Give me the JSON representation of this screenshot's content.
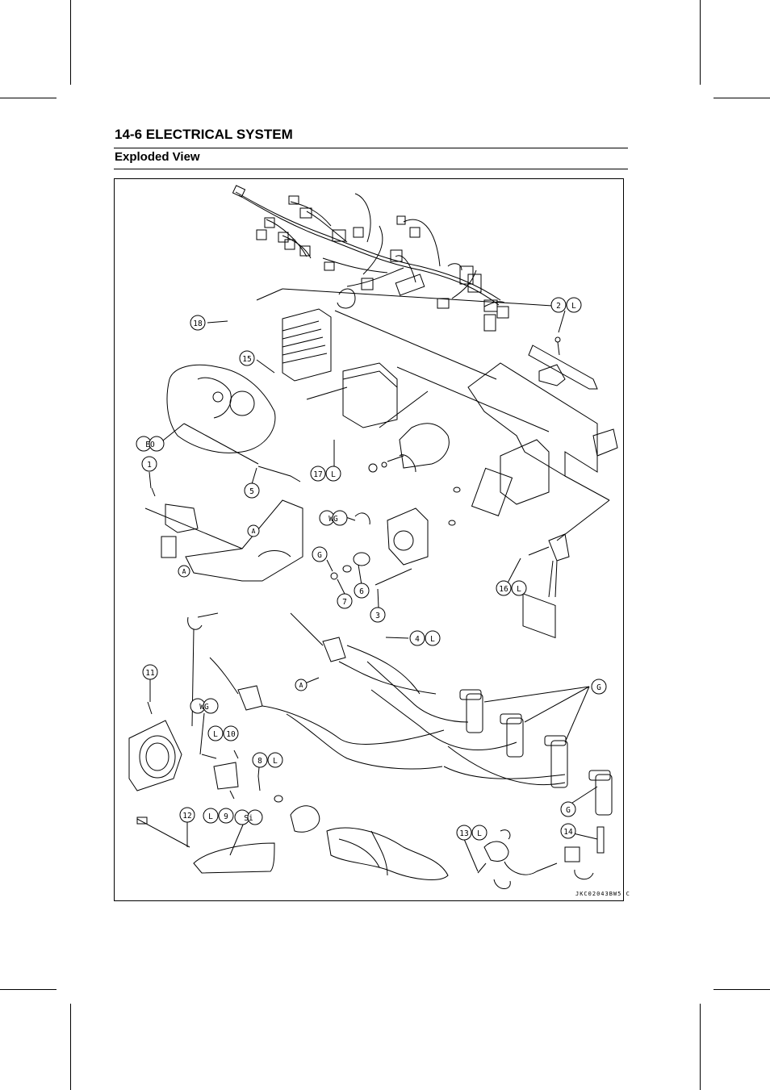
{
  "header": {
    "title": "14-6 ELECTRICAL SYSTEM",
    "subtitle": "Exploded View"
  },
  "figure": {
    "code": "JKC02043BW5  C",
    "callouts": [
      {
        "id": "c18",
        "text": "18"
      },
      {
        "id": "c15",
        "text": "15"
      },
      {
        "id": "c2",
        "text": "2"
      },
      {
        "id": "c2l",
        "text": "L"
      },
      {
        "id": "ceo",
        "text": "EO"
      },
      {
        "id": "c1",
        "text": "1"
      },
      {
        "id": "c5",
        "text": "5"
      },
      {
        "id": "c17",
        "text": "17"
      },
      {
        "id": "c17l",
        "text": "L"
      },
      {
        "id": "cwg1",
        "text": "WG"
      },
      {
        "id": "cg1",
        "text": "G"
      },
      {
        "id": "c6",
        "text": "6"
      },
      {
        "id": "c7",
        "text": "7"
      },
      {
        "id": "c3",
        "text": "3"
      },
      {
        "id": "c16",
        "text": "16"
      },
      {
        "id": "c16l",
        "text": "L"
      },
      {
        "id": "ca1",
        "text": "A"
      },
      {
        "id": "ca2",
        "text": "A"
      },
      {
        "id": "ca3",
        "text": "A"
      },
      {
        "id": "c4",
        "text": "4"
      },
      {
        "id": "c4l",
        "text": "L"
      },
      {
        "id": "c11",
        "text": "11"
      },
      {
        "id": "cwg2",
        "text": "WG"
      },
      {
        "id": "cl10",
        "text": "L"
      },
      {
        "id": "c10",
        "text": "10"
      },
      {
        "id": "c8",
        "text": "8"
      },
      {
        "id": "c8l",
        "text": "L"
      },
      {
        "id": "cg2",
        "text": "G"
      },
      {
        "id": "cg3",
        "text": "G"
      },
      {
        "id": "c12",
        "text": "12"
      },
      {
        "id": "cl9",
        "text": "L"
      },
      {
        "id": "c9",
        "text": "9"
      },
      {
        "id": "csi",
        "text": "Si"
      },
      {
        "id": "c13",
        "text": "13"
      },
      {
        "id": "c13l",
        "text": "L"
      },
      {
        "id": "c14",
        "text": "14"
      }
    ]
  }
}
